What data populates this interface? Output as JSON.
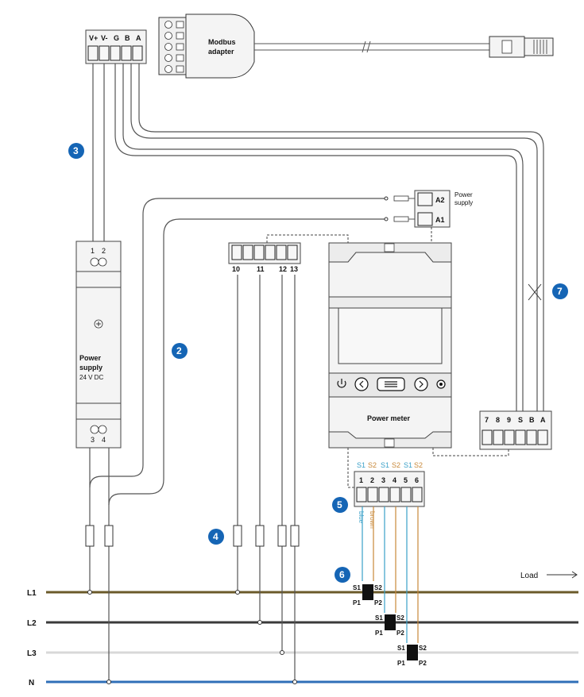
{
  "colors": {
    "L1": "#6b5a2a",
    "L2": "#3a3a3a",
    "L3": "#d8d8d8",
    "N": "#2f6fb8",
    "blue_wire": "#3aa0c8",
    "brown_wire": "#c8893a",
    "badge": "#1565b5"
  },
  "modbus_terminal": {
    "labels": [
      "V+",
      "V-",
      "G",
      "B",
      "A"
    ]
  },
  "modbus_adapter": {
    "line1": "Modbus",
    "line2": "adapter"
  },
  "power_supply": {
    "top_labels": [
      "1",
      "2"
    ],
    "bottom_labels": [
      "3",
      "4"
    ],
    "name_line1": "Power",
    "name_line2": "supply",
    "spec": "24 V DC"
  },
  "aux_supply": {
    "terminals": [
      "A2",
      "A1"
    ],
    "label_line1": "Power",
    "label_line2": "supply"
  },
  "io_terminal": {
    "labels": [
      "10",
      "11",
      "12",
      "13"
    ]
  },
  "power_meter": {
    "name": "Power meter"
  },
  "comm_terminal": {
    "labels": [
      "7",
      "8",
      "9",
      "S",
      "B",
      "A"
    ]
  },
  "ct_terminal": {
    "top_labels": [
      "S1",
      "S2",
      "S1",
      "S2",
      "S1",
      "S2"
    ],
    "numbers": [
      "1",
      "2",
      "3",
      "4",
      "5",
      "6"
    ]
  },
  "wire_labels": {
    "blue": "blue",
    "brown": "brown"
  },
  "current_transformers": [
    {
      "s1": "S1",
      "s2": "S2",
      "p1": "P1",
      "p2": "P2"
    },
    {
      "s1": "S1",
      "s2": "S2",
      "p1": "P1",
      "p2": "P2"
    },
    {
      "s1": "S1",
      "s2": "S2",
      "p1": "P1",
      "p2": "P2"
    }
  ],
  "lines": [
    "L1",
    "L2",
    "L3",
    "N"
  ],
  "load_label": "Load",
  "badges": [
    "2",
    "3",
    "4",
    "5",
    "6",
    "7"
  ]
}
